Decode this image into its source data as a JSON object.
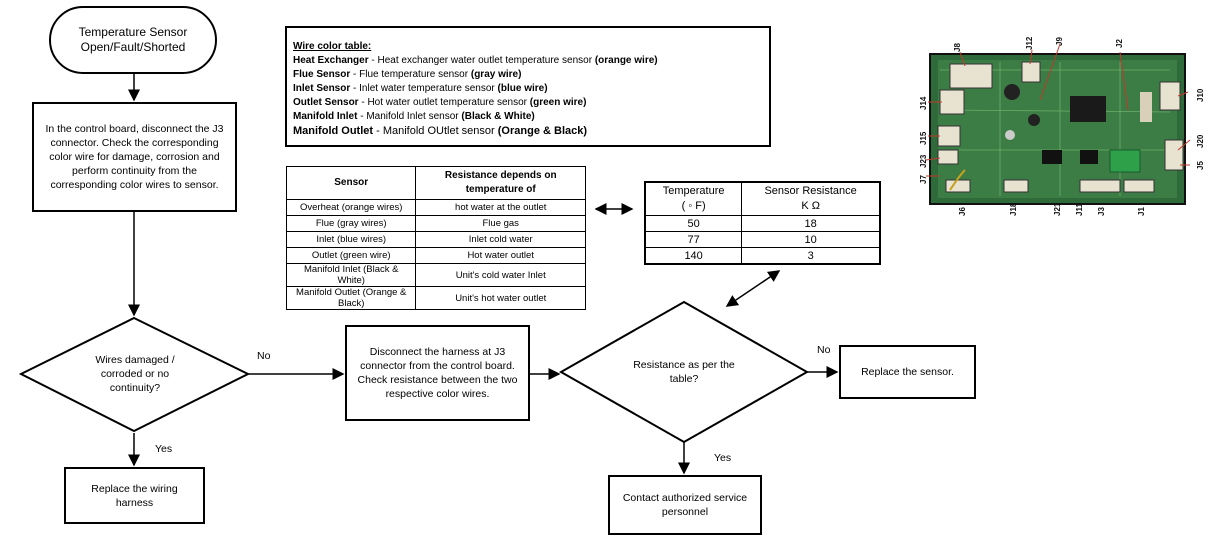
{
  "start": {
    "label": "Temperature Sensor\nOpen/Fault/Shorted"
  },
  "step_disconnect_j3": {
    "text": "In the control board, disconnect the J3 connector. Check the corresponding color wire for damage, corrosion  and perform continuity from the corresponding color wires to sensor."
  },
  "decision_wires": {
    "text": "Wires damaged /\ncorroded or no\ncontinuity?"
  },
  "edge_no_1": "No",
  "edge_yes_1": "Yes",
  "replace_harness": {
    "text": "Replace the wiring\nharness"
  },
  "step_check_resistance": {
    "text": "Disconnect the harness at J3 connector from the control board. Check resistance between the two respective color wires."
  },
  "decision_resistance": {
    "text": "Resistance as per the\ntable?"
  },
  "edge_no_2": "No",
  "edge_yes_2": "Yes",
  "replace_sensor": {
    "text": "Replace the sensor."
  },
  "contact_service": {
    "text": "Contact authorized service\npersonnel"
  },
  "wire_color_table": {
    "title": "Wire color table:",
    "rows": [
      {
        "name": "Heat Exchanger",
        "desc": " - Heat exchanger water outlet temperature sensor ",
        "wire": "(orange wire)"
      },
      {
        "name": "Flue Sensor",
        "desc": " -  Flue temperature sensor ",
        "wire": "(gray wire)"
      },
      {
        "name": "Inlet Sensor",
        "desc": " -  Inlet water temperature sensor ",
        "wire": "(blue wire)"
      },
      {
        "name": "Outlet Sensor",
        "desc": " -  Hot water outlet temperature sensor ",
        "wire": "(green wire)"
      },
      {
        "name": "Manifold Inlet",
        "desc": " - Manifold Inlet sensor ",
        "wire": "(Black & White)"
      },
      {
        "name": "Manifold Outlet",
        "desc": " - Manifold OUtlet sensor ",
        "wire": "(Orange & Black)"
      }
    ]
  },
  "sensor_table": {
    "headers": [
      "Sensor",
      "Resistance depends on temperature of"
    ],
    "rows": [
      [
        "Overheat (orange wires)",
        "hot water at the outlet"
      ],
      [
        "Flue (gray wires)",
        "Flue gas"
      ],
      [
        "Inlet (blue wires)",
        "Inlet cold water"
      ],
      [
        "Outlet (green wire)",
        "Hot water outlet"
      ],
      [
        "Manifold Inlet (Black & White)",
        "Unit's cold water Inlet"
      ],
      [
        "Manifold Outlet (Orange & Black)",
        "Unit's hot water outlet"
      ]
    ]
  },
  "temp_table": {
    "headers": [
      "Temperature\n( ◦ F)",
      "Sensor Resistance\nK Ω"
    ],
    "rows": [
      [
        "50",
        "18"
      ],
      [
        "77",
        "10"
      ],
      [
        "140",
        "3"
      ]
    ]
  },
  "board_labels": [
    "J8",
    "J12",
    "J9",
    "J2",
    "J10",
    "J14",
    "J15",
    "J20",
    "J23",
    "J5",
    "J7",
    "J6",
    "J18",
    "J21",
    "J11",
    "J3",
    "J1"
  ]
}
